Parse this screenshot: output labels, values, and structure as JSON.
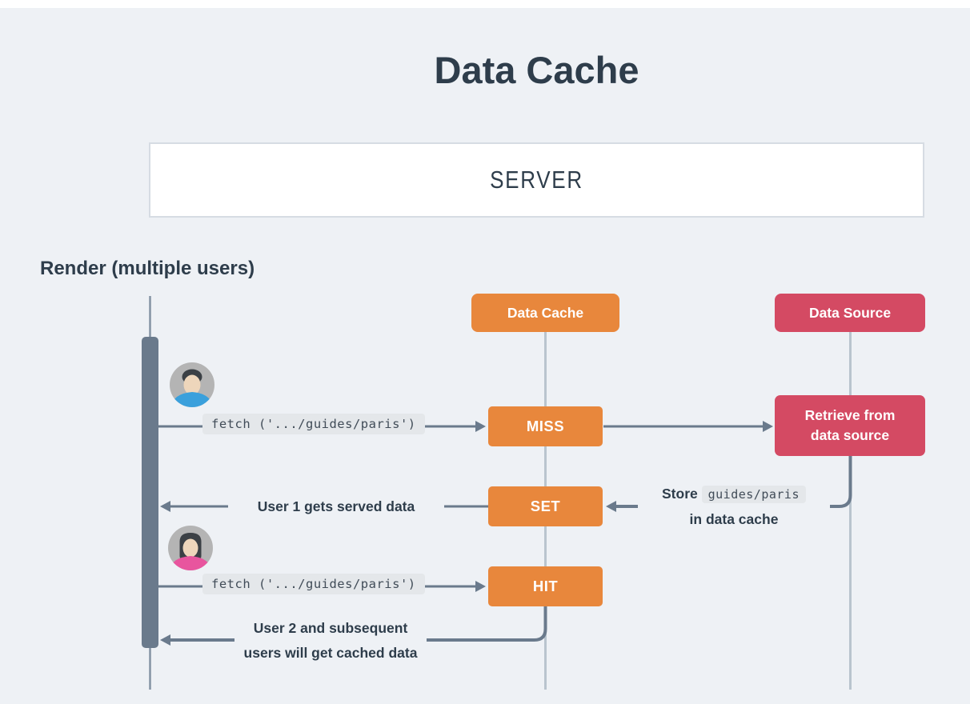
{
  "title": "Data Cache",
  "server": {
    "label": "SERVER"
  },
  "lane": {
    "label": "Render (multiple users)"
  },
  "actors": {
    "data_cache": {
      "label": "Data Cache"
    },
    "data_source": {
      "label": "Data Source"
    }
  },
  "flow": {
    "fetch1": "fetch ('.../guides/paris')",
    "miss": "MISS",
    "retrieve_line1": "Retrieve from",
    "retrieve_line2": "data source",
    "set": "SET",
    "store_prefix": "Store",
    "store_code": "guides/paris",
    "store_line2": "in data cache",
    "user1": "User 1 gets served data",
    "fetch2": "fetch ('.../guides/paris')",
    "hit": "HIT",
    "user2_line1": "User 2 and subsequent",
    "user2_line2": "users will get cached data"
  },
  "colors": {
    "background": "#eef1f5",
    "white": "#ffffff",
    "orange": "#e8873c",
    "red": "#d44a63",
    "navy": "#2e3d4b",
    "arrow": "#6a7a8c",
    "lifeline": "#b9c4ce",
    "lifeline_dark": "#8493a3",
    "code_bg": "#e4e7ea",
    "code_text": "#414c58",
    "server_border": "#d6dce3",
    "avatar_bg": "#b4b4b4",
    "hair": "#3b4045",
    "skin": "#eed6bb",
    "shirt1": "#3aa0dc",
    "shirt2": "#e8559e"
  }
}
